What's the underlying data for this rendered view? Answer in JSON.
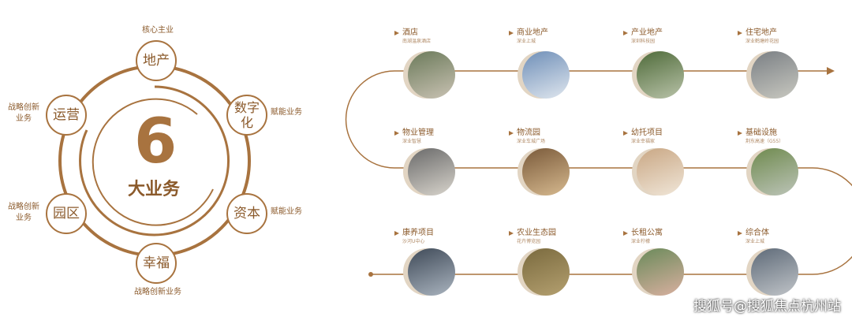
{
  "diagram": {
    "center_number": "6",
    "center_title": "大业务",
    "nodes": [
      {
        "label": "地产",
        "note": "核心主业"
      },
      {
        "label": "数字化",
        "note": "赋能业务"
      },
      {
        "label": "资本",
        "note": "赋能业务"
      },
      {
        "label": "幸福",
        "note": "战略创新业务"
      },
      {
        "label": "园区",
        "note": "战略创新业务"
      },
      {
        "label": "运营",
        "note": "战略创新业务"
      }
    ]
  },
  "businesses": [
    {
      "title": "酒店",
      "sub": "南湖温泉酒店"
    },
    {
      "title": "商业地产",
      "sub": "深业上城"
    },
    {
      "title": "产业地产",
      "sub": "深圳科技园"
    },
    {
      "title": "住宅地产",
      "sub": "深业鹤塘岭花园"
    },
    {
      "title": "物业管理",
      "sub": "深业智慧"
    },
    {
      "title": "物流园",
      "sub": "深业车城广场"
    },
    {
      "title": "幼托项目",
      "sub": "深业幸福家"
    },
    {
      "title": "基础设施",
      "sub": "荆东高速（G55）"
    },
    {
      "title": "康养项目",
      "sub": "沙河U中心"
    },
    {
      "title": "农业生态园",
      "sub": "花卉博览园"
    },
    {
      "title": "长租公寓",
      "sub": "深业柠檬"
    },
    {
      "title": "综合体",
      "sub": "深业上城"
    }
  ],
  "watermark": "搜狐号@搜狐焦点杭州站",
  "colors": {
    "accent": "#a8733f",
    "beige": "#e2d5c3"
  }
}
